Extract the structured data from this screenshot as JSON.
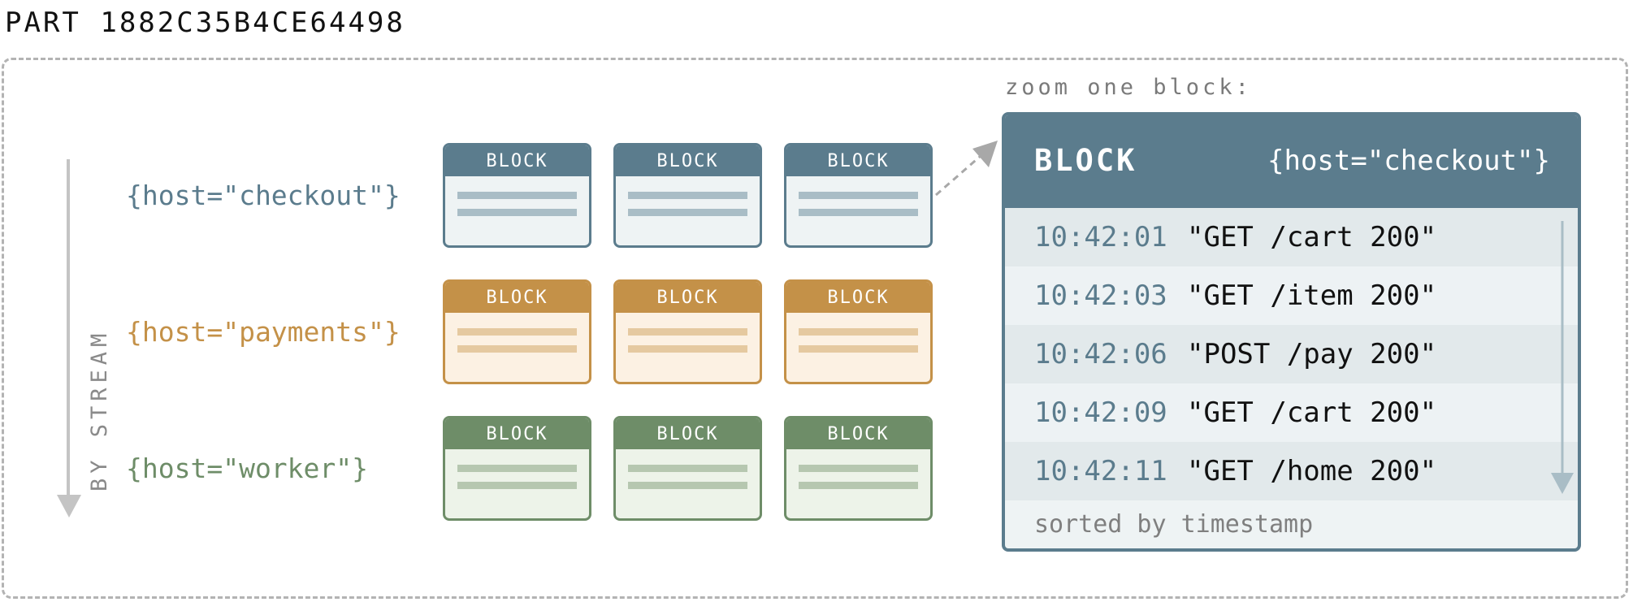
{
  "part": {
    "title": "PART 1882C35B4CE64498"
  },
  "axis": {
    "label": "BY STREAM"
  },
  "colors": {
    "checkout": {
      "accent": "#5b7c8d",
      "fill": "#eef3f4",
      "line": "#a9bdc6"
    },
    "payments": {
      "accent": "#c49148",
      "fill": "#fcf1e3",
      "line": "#e5c9a0"
    },
    "worker": {
      "accent": "#6e8d68",
      "fill": "#edf3e9",
      "line": "#b6c7b0"
    }
  },
  "streams": [
    {
      "label": "{host=\"checkout\"}",
      "color_key": "checkout",
      "blocks": [
        "BLOCK",
        "BLOCK",
        "BLOCK"
      ]
    },
    {
      "label": "{host=\"payments\"}",
      "color_key": "payments",
      "blocks": [
        "BLOCK",
        "BLOCK",
        "BLOCK"
      ]
    },
    {
      "label": "{host=\"worker\"}",
      "color_key": "worker",
      "blocks": [
        "BLOCK",
        "BLOCK",
        "BLOCK"
      ]
    }
  ],
  "zoom": {
    "caption": "zoom one block:",
    "title": "BLOCK",
    "stream": "{host=\"checkout\"}",
    "entries": [
      {
        "ts": "10:42:01",
        "msg": "\"GET /cart 200\""
      },
      {
        "ts": "10:42:03",
        "msg": "\"GET /item 200\""
      },
      {
        "ts": "10:42:06",
        "msg": "\"POST /pay 200\""
      },
      {
        "ts": "10:42:09",
        "msg": "\"GET /cart 200\""
      },
      {
        "ts": "10:42:11",
        "msg": "\"GET /home 200\""
      }
    ],
    "footer": "sorted by timestamp"
  }
}
